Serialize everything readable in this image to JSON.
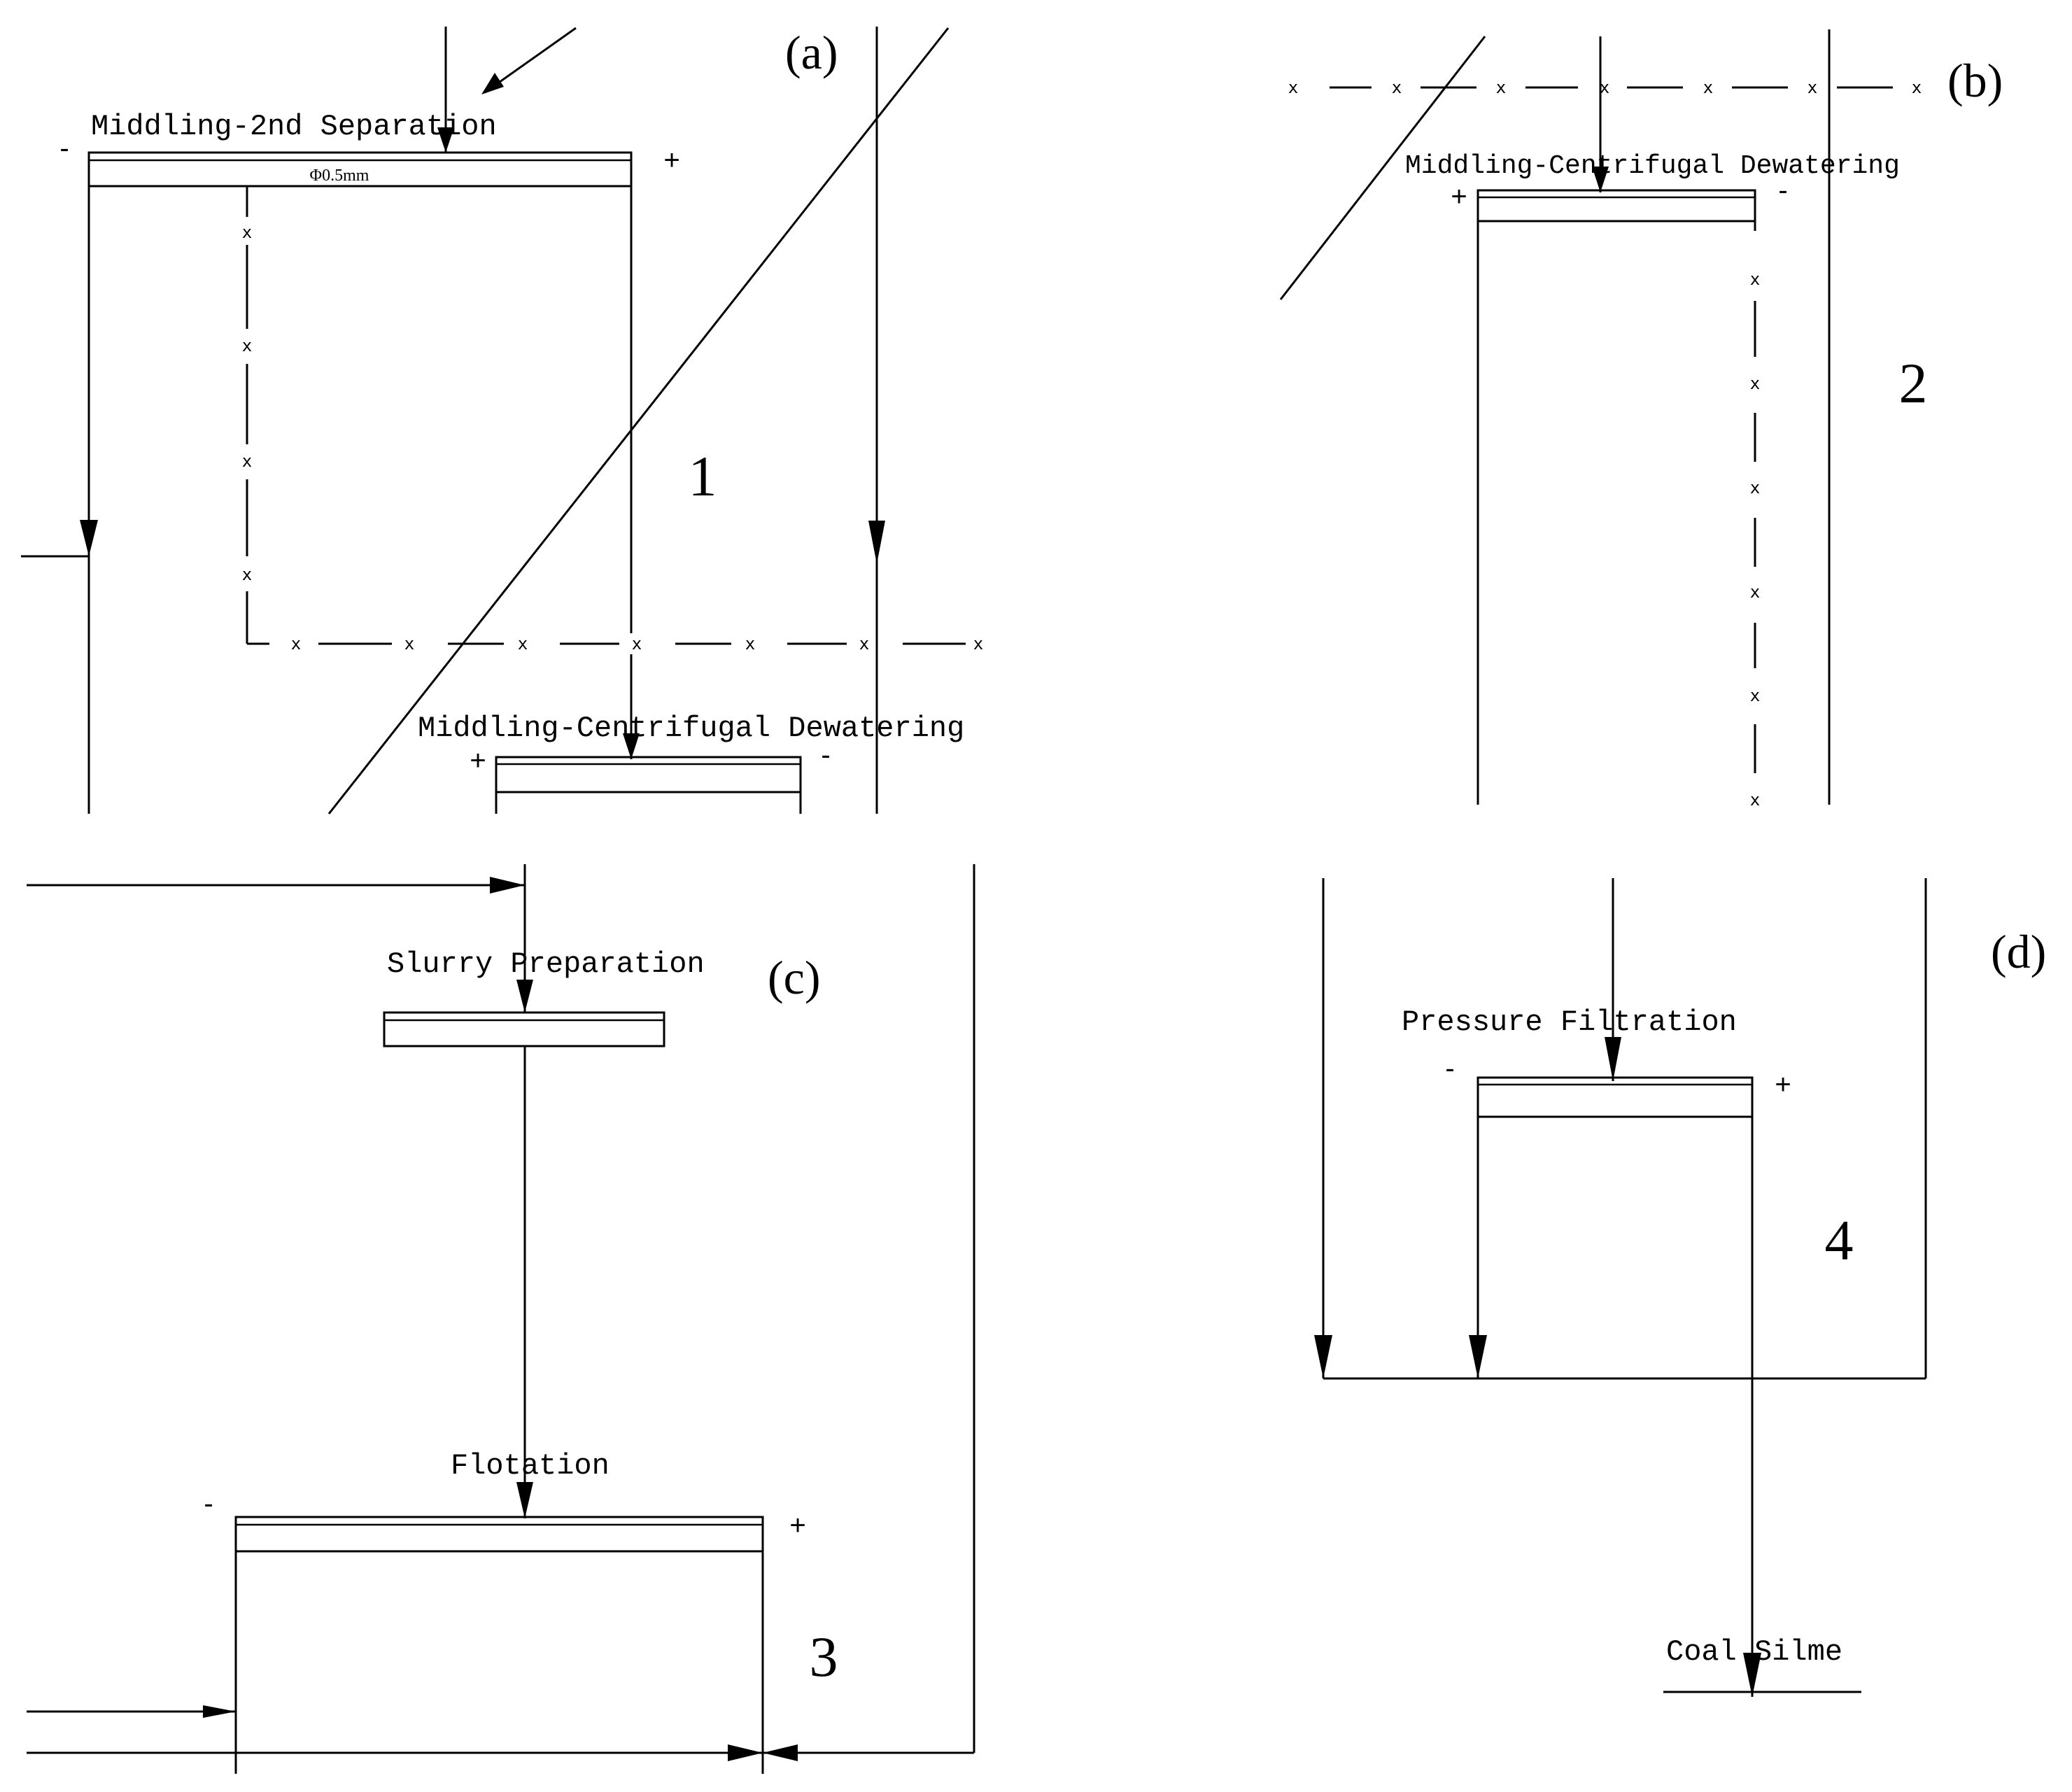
{
  "panels": {
    "a": "(a)",
    "b": "(b)",
    "c": "(c)",
    "d": "(d)"
  },
  "numbers": {
    "one": "1",
    "two": "2",
    "three": "3",
    "four": "4"
  },
  "processes": {
    "middling_2nd_separation": "Middling-2nd Separation",
    "screen_size": "Φ0.5mm",
    "middling_centrifugal_a": "Middling-Centrifugal Dewatering",
    "middling_centrifugal_b": "Middling-Centrifugal Dewatering",
    "slurry_preparation": "Slurry Preparation",
    "flotation": "Flotation",
    "pressure_filtration": "Pressure Filtration",
    "coal_silme": "Coal Silme"
  },
  "signs": {
    "a_sep_left": "-",
    "a_sep_right": "+",
    "a_cent_left": "+",
    "a_cent_right": "-",
    "b_cent_left": "+",
    "b_cent_right": "-",
    "c_flot_left": "-",
    "c_flot_right": "+",
    "d_filt_left": "-",
    "d_filt_right": "+"
  },
  "marker": "x"
}
